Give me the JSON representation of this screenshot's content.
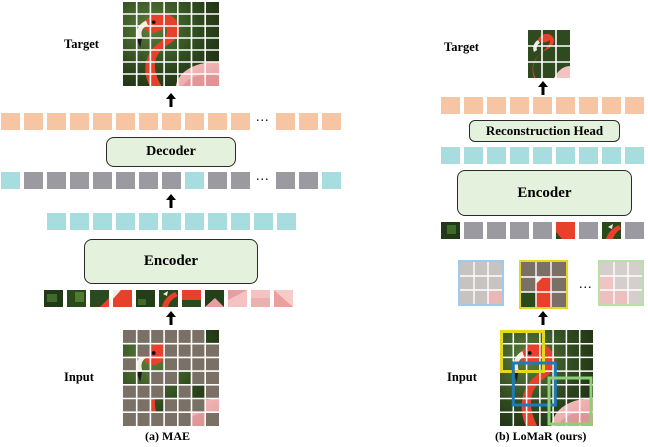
{
  "left": {
    "target_label": "Target",
    "input_label": "Input",
    "decoder_label": "Decoder",
    "encoder_label": "Encoder",
    "caption": "(a) MAE",
    "ellipsis_top": "...",
    "ellipsis_mid": "..."
  },
  "right": {
    "target_label": "Target",
    "input_label": "Input",
    "head_label": "Reconstruction Head",
    "encoder_label": "Encoder",
    "caption": "(b) LoMaR (ours)",
    "ellipsis_windows": "..."
  },
  "colors": {
    "salmon": "#f5c5a4",
    "cyan": "#a8dde0",
    "gray": "#9a9aa0",
    "box_fill": "#e4f1dc",
    "yellow": "#e3d81a",
    "blue": "#1e7ab8",
    "green": "#8fcf7a"
  },
  "icons": [
    "up-arrow-icon"
  ]
}
